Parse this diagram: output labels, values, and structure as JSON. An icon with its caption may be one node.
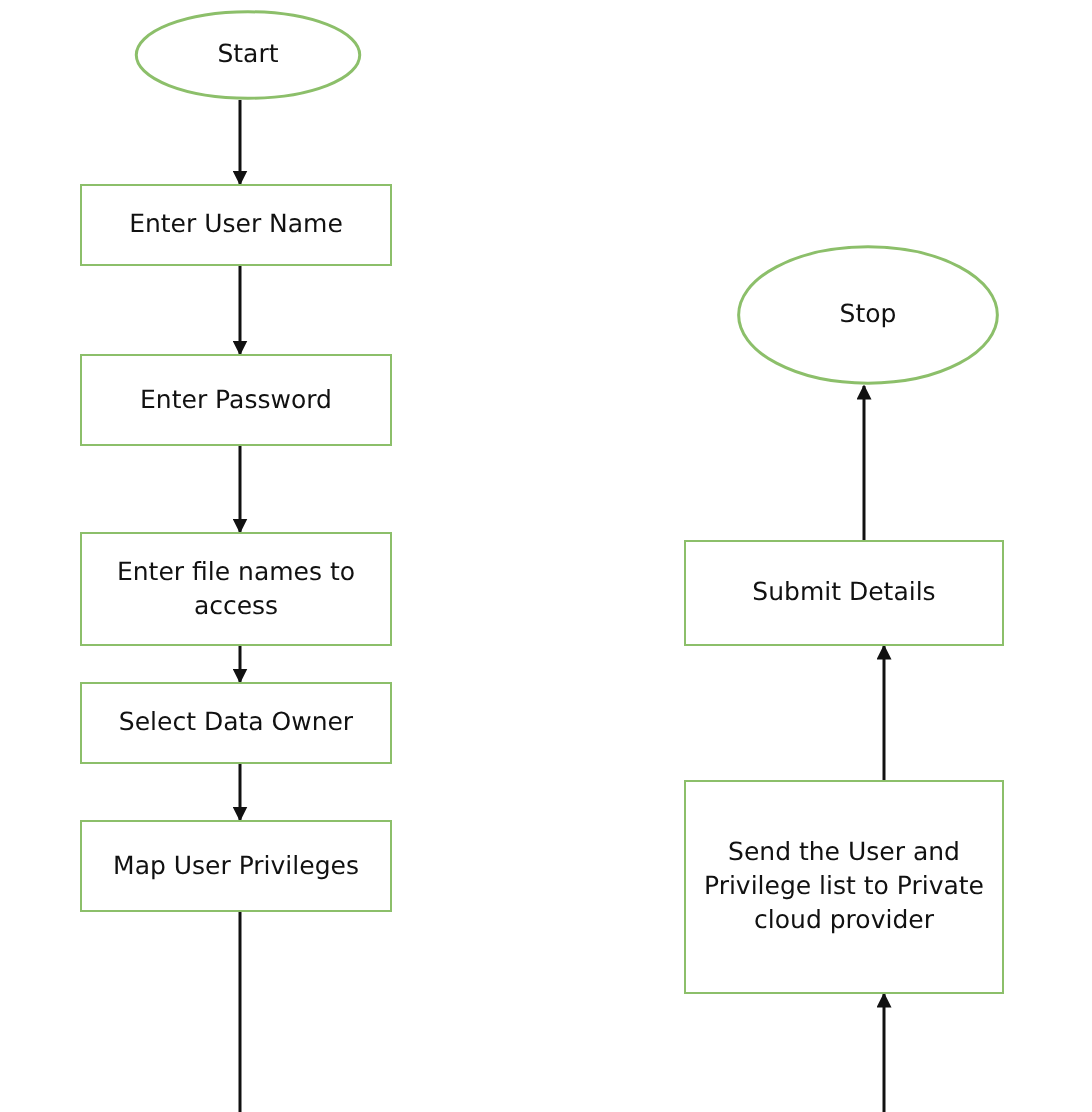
{
  "diagram": {
    "nodes": [
      {
        "text": [
          "Start"
        ]
      },
      {
        "text": [
          "Enter User Name"
        ]
      },
      {
        "text": [
          "Enter Password"
        ]
      },
      {
        "text": [
          "Enter file names to access"
        ]
      },
      {
        "text": [
          "Select Data Owner"
        ]
      },
      {
        "text": [
          "Map User Privileges"
        ]
      },
      {
        "text": [
          "Stop"
        ]
      },
      {
        "text": [
          "Submit Details"
        ]
      },
      {
        "text": [
          "Send the User and Privilege list to Private cloud provider"
        ]
      }
    ],
    "edges": [
      {
        "from": 0,
        "to": 1,
        "arrow": "to"
      },
      {
        "from": 1,
        "to": 2,
        "arrow": "to"
      },
      {
        "from": 2,
        "to": 3,
        "arrow": "to"
      },
      {
        "from": 3,
        "to": 4,
        "arrow": "to"
      },
      {
        "from": 4,
        "to": 5,
        "arrow": "to"
      },
      {
        "from": 5,
        "to": null,
        "arrow": "none"
      },
      {
        "from": null,
        "to": 8,
        "arrow": "to"
      },
      {
        "from": 8,
        "to": 7,
        "arrow": "to"
      },
      {
        "from": 7,
        "to": 6,
        "arrow": "to"
      }
    ]
  }
}
